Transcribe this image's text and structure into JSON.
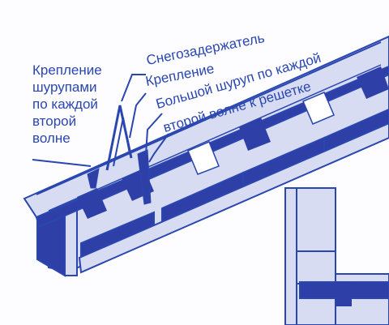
{
  "labels": {
    "left_block": [
      "Крепление",
      "шурупами",
      "по каждой",
      "второй",
      "волне"
    ],
    "snow_guard": "Снегозадержатель",
    "fastening": "Крепление",
    "big_screw": [
      "Большой шуруп по каждой",
      "второй волне к решетке"
    ]
  },
  "colors": {
    "outline": "#2a46b0",
    "light_fill": "#d7dcf2",
    "dark_fill": "#2f3fa8",
    "background": "#fdfdff"
  }
}
